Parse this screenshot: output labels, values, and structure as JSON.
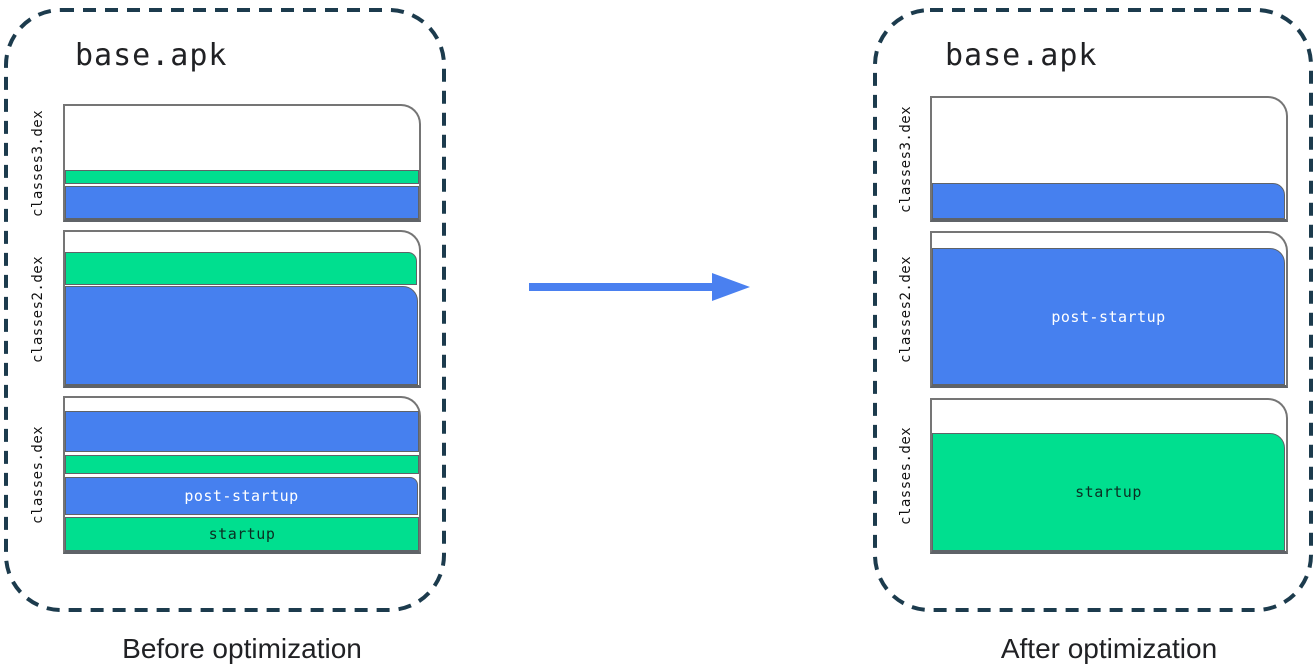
{
  "colors": {
    "blue": "#4680EF",
    "green": "#00DF8F",
    "arrow": "#4A80F0",
    "dash": "#1C3B4D",
    "border": "#757575",
    "border_dark": "#5F6368",
    "text": "#202124",
    "label_on_blue": "#FFFFFF"
  },
  "before": {
    "title": "base.apk",
    "caption": "Before optimization",
    "files": {
      "classes3": {
        "label": "classes3.dex"
      },
      "classes2": {
        "label": "classes2.dex"
      },
      "classes1": {
        "label": "classes.dex",
        "post_startup": "post-startup",
        "startup": "startup"
      }
    }
  },
  "after": {
    "title": "base.apk",
    "caption": "After optimization",
    "files": {
      "classes3": {
        "label": "classes3.dex"
      },
      "classes2": {
        "label": "classes2.dex",
        "post_startup": "post-startup"
      },
      "classes1": {
        "label": "classes.dex",
        "startup": "startup"
      }
    }
  }
}
